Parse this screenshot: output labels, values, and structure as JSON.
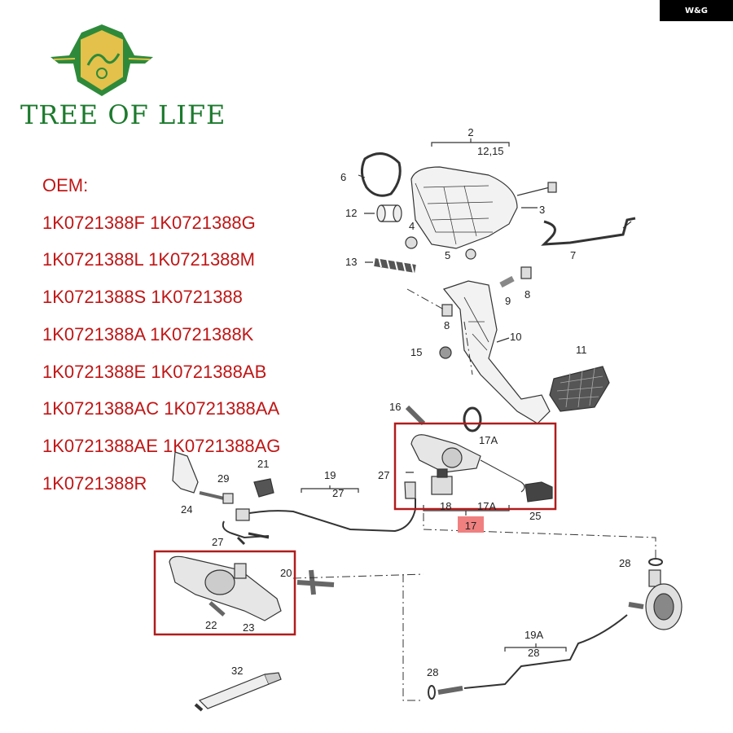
{
  "badge": "W&G",
  "brand": "TREE OF LIFE",
  "oem": {
    "heading": "OEM:",
    "lines": [
      "1K0721388F 1K0721388G",
      "1K0721388L 1K0721388M",
      "1K0721388S 1K0721388",
      "1K0721388A 1K0721388K",
      "1K0721388E 1K0721388AB",
      "1K0721388AC 1K0721388AA",
      "1K0721388AE 1K0721388AG",
      "1K0721388R"
    ]
  },
  "callouts": {
    "c2": "2",
    "c1215": "12,15",
    "c6": "6",
    "c12": "12",
    "c3": "3",
    "c4": "4",
    "c5": "5",
    "c7": "7",
    "c13": "13",
    "c9": "9",
    "c8a": "8",
    "c8b": "8",
    "c10": "10",
    "c15": "15",
    "c11": "11",
    "c16": "16",
    "c17a_top": "17A",
    "c27a": "27",
    "c18": "18",
    "c17a_bot": "17A",
    "c25": "25",
    "c17": "17",
    "c29": "29",
    "c21": "21",
    "c19": "19",
    "c27b": "27",
    "c24": "24",
    "c27c": "27",
    "c28a": "28",
    "c20": "20",
    "c22": "22",
    "c23": "23",
    "c19a": "19A",
    "c28b": "28",
    "c32": "32",
    "c28c": "28"
  },
  "colors": {
    "oem_text": "#c01616",
    "brand_text": "#1c7a2d",
    "highlight_box": "#b01c1c",
    "tag_fill": "#f08080",
    "line": "#333333"
  }
}
